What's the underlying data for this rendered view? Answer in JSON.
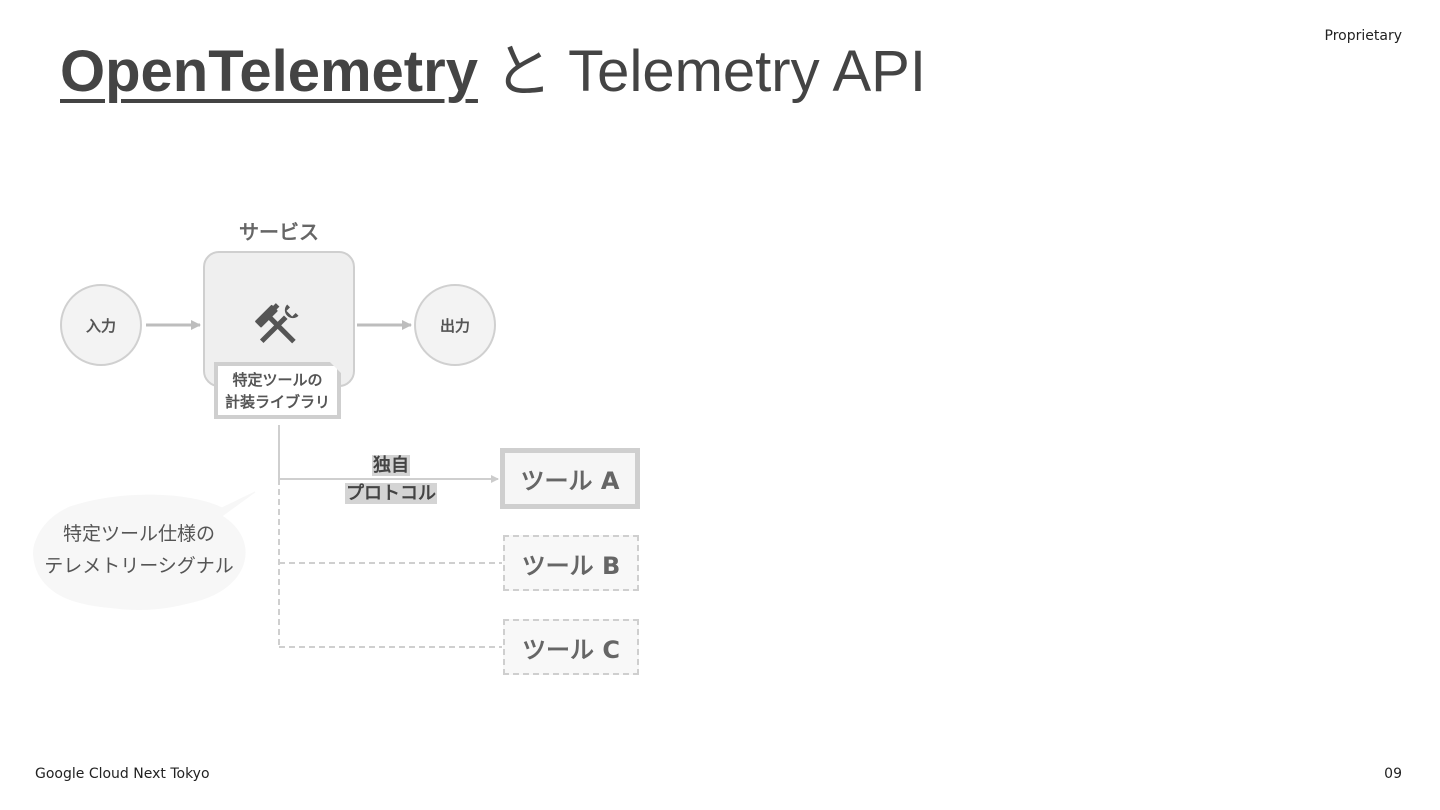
{
  "header": {
    "title_link": "OpenTelemetry",
    "title_rest": " と Telemetry API",
    "proprietary": "Proprietary"
  },
  "diagram": {
    "service_label": "サービス",
    "input_label": "入力",
    "output_label": "出力",
    "library_line1": "特定ツールの",
    "library_line2": "計装ライブラリ",
    "protocol_line1": "独自",
    "protocol_line2": "プロトコル",
    "tool_a": "ツール A",
    "tool_b": "ツール B",
    "tool_c": "ツール C",
    "bubble_line1": "特定ツール仕様の",
    "bubble_line2": "テレメトリーシグナル",
    "service_icon": "hammer-and-wrench-icon"
  },
  "footer": {
    "event": "Google Cloud Next Tokyo",
    "page_number": "09"
  }
}
